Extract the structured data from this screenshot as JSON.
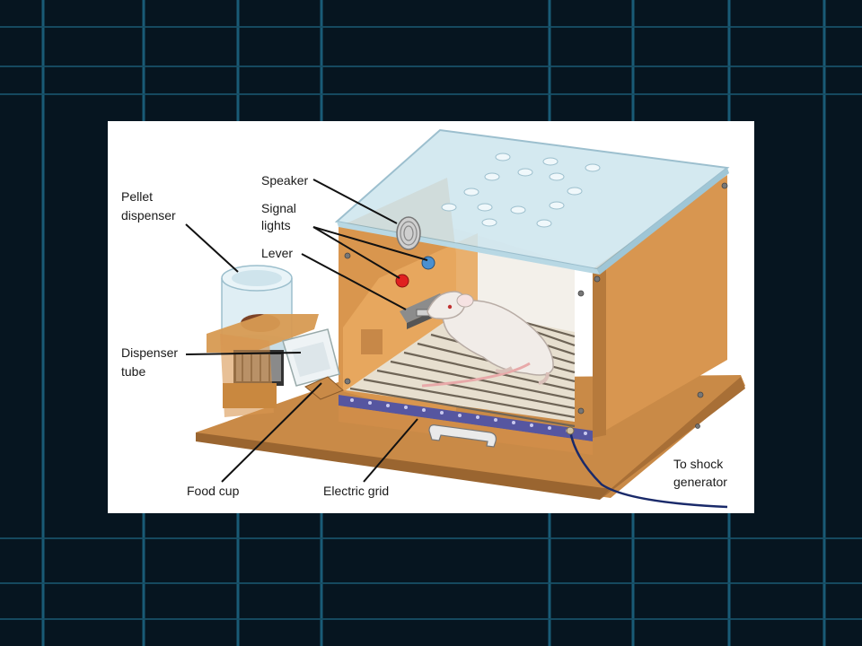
{
  "diagram": {
    "labels": {
      "speaker": "Speaker",
      "signal_lights_line1": "Signal",
      "signal_lights_line2": "lights",
      "lever": "Lever",
      "pellet_dispenser_line1": "Pellet",
      "pellet_dispenser_line2": "dispenser",
      "dispenser_tube_line1": "Dispenser",
      "dispenser_tube_line2": "tube",
      "food_cup": "Food cup",
      "electric_grid": "Electric grid",
      "shock_line1": "To shock",
      "shock_line2": "generator"
    }
  },
  "colors": {
    "background": "#071722",
    "grid_lines": "#1f6a86",
    "wood": "#d79a52",
    "wood_dark": "#b8773a",
    "glass": "#cfe6ef",
    "grid_strip": "#5a5aa0",
    "light_red": "#e02020",
    "light_blue": "#4a90d0"
  }
}
